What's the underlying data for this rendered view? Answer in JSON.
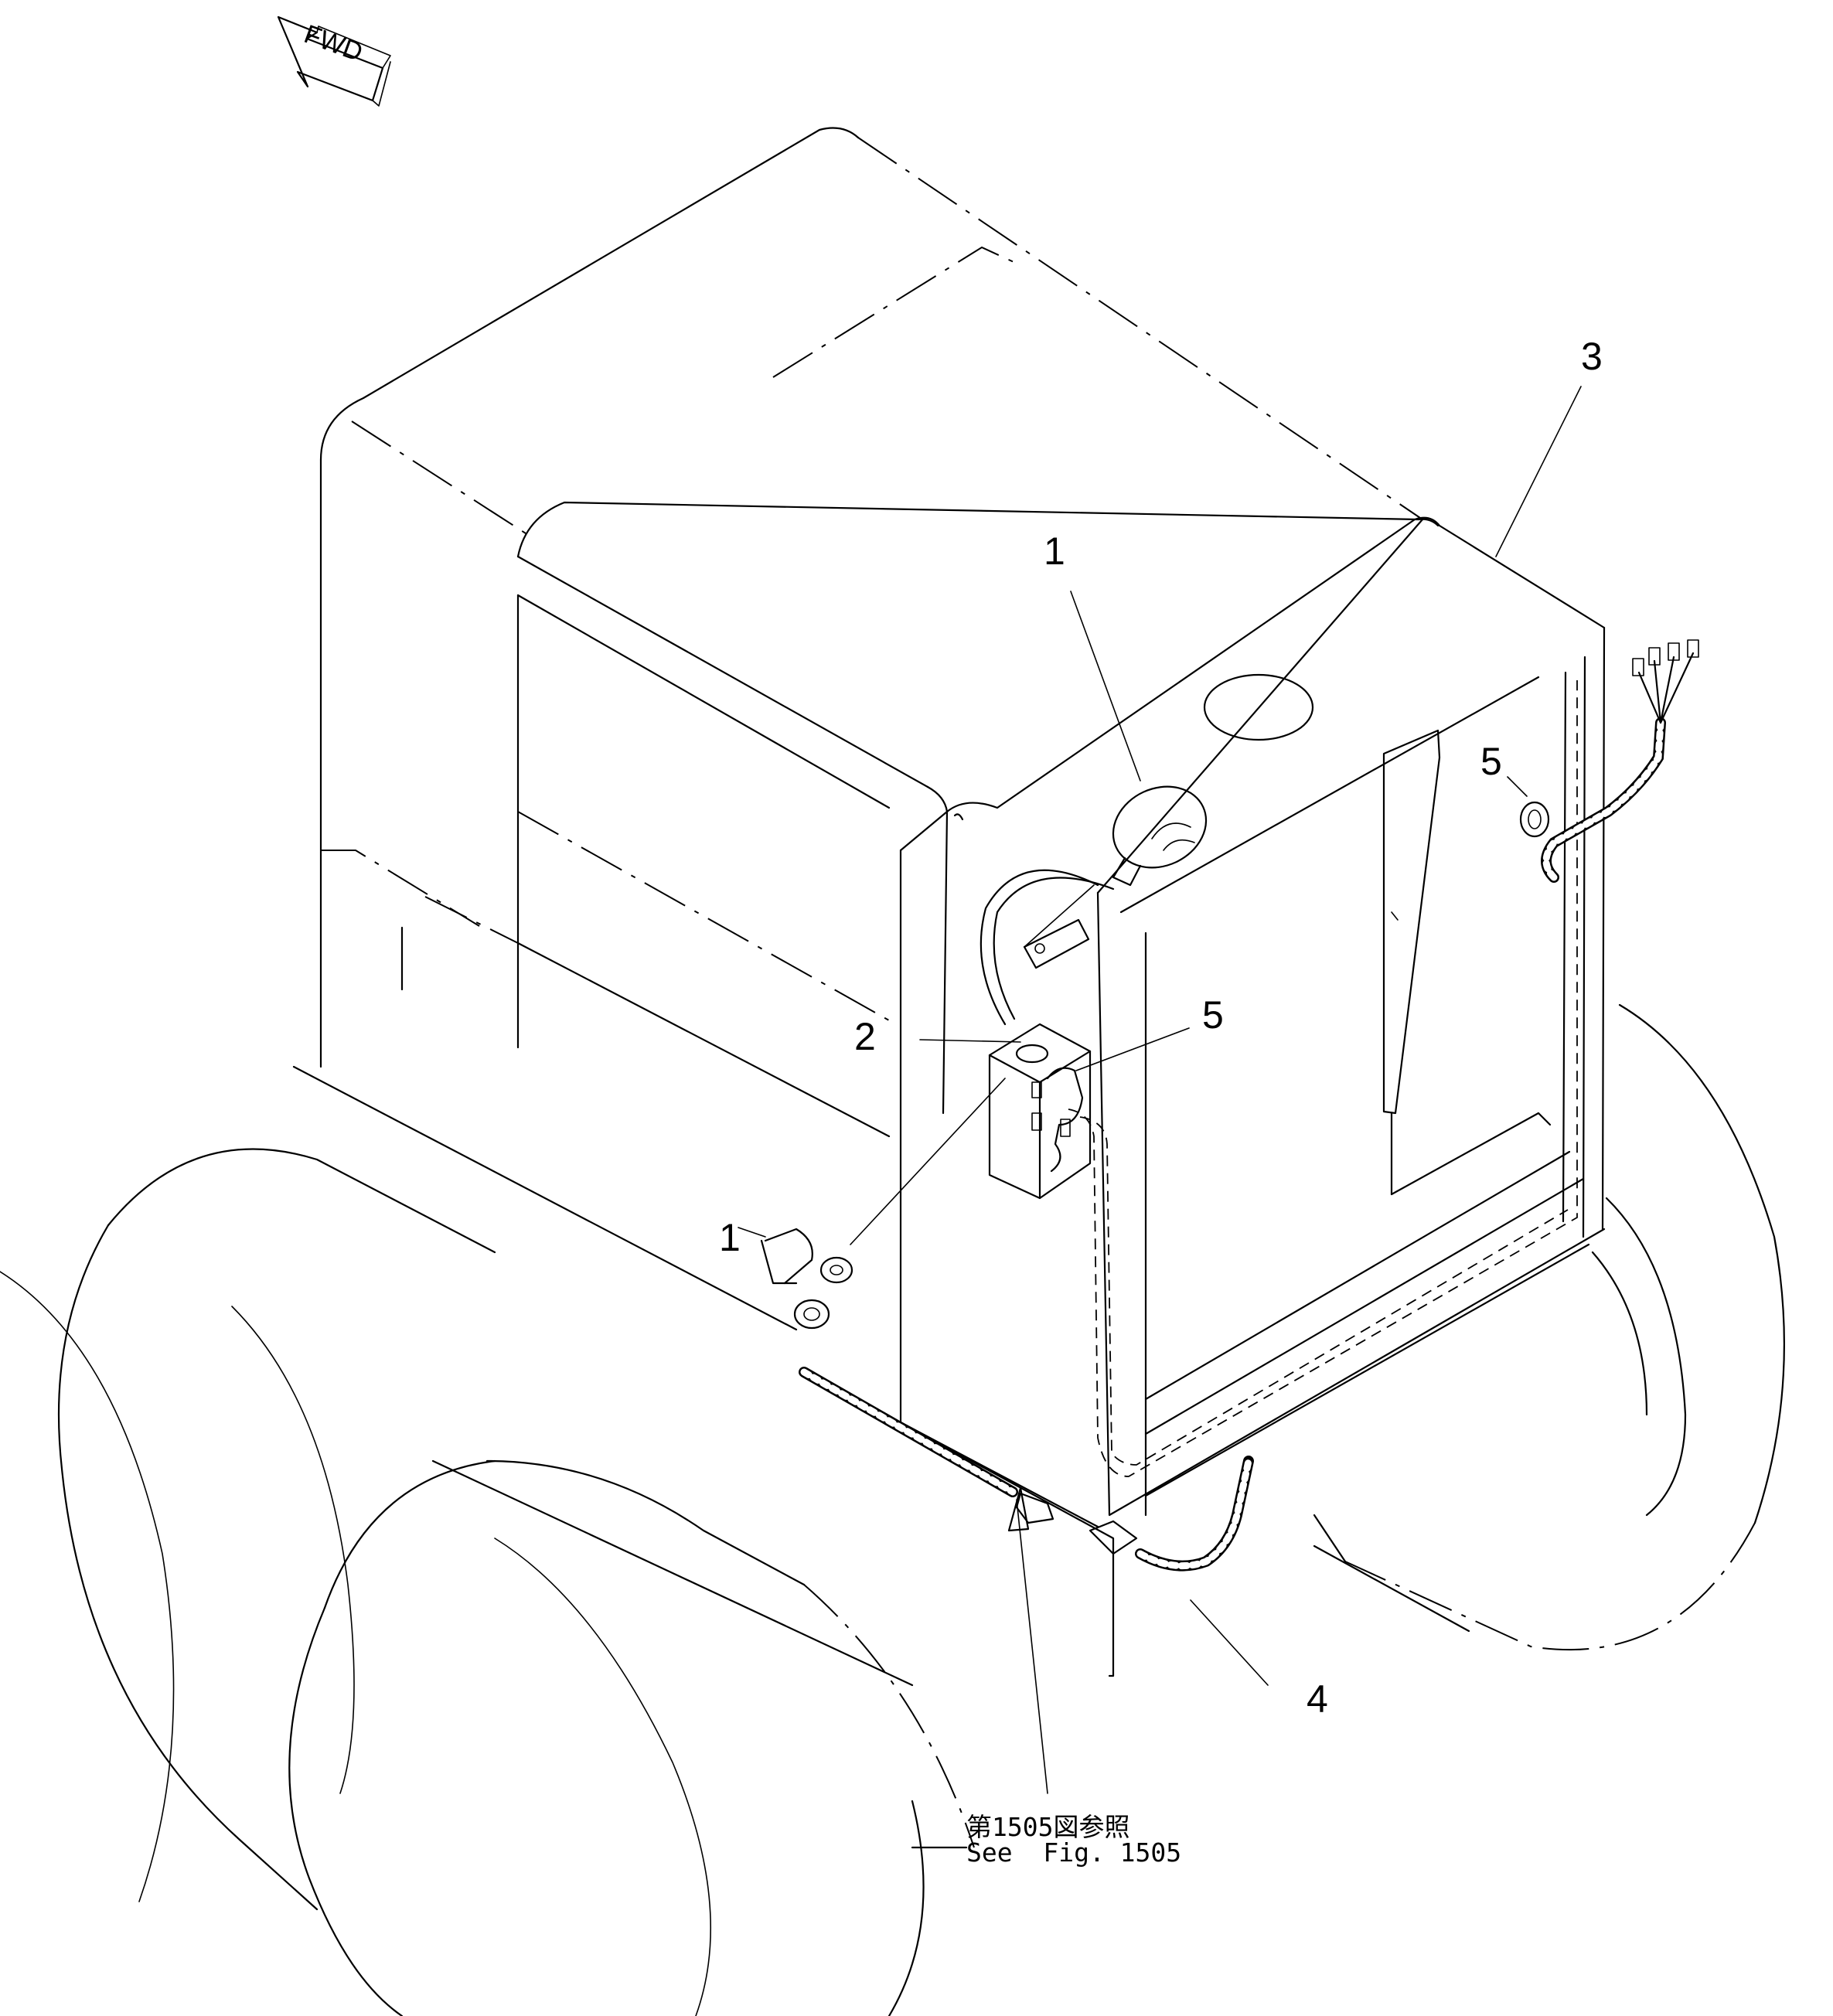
{
  "direction_marker": {
    "label": "FWD",
    "icon": "forward-arrow-icon"
  },
  "callouts": {
    "c1_top": "1",
    "c1_left": "1",
    "c2": "2",
    "c3": "3",
    "c4": "4",
    "c5_mid": "5",
    "c5_right": "5"
  },
  "reference_note": {
    "japanese": "第1505図参照",
    "english": "See  Fig. 1505"
  }
}
